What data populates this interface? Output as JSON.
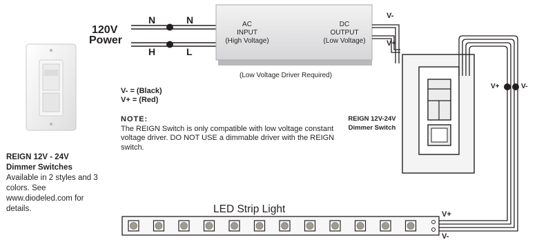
{
  "power": {
    "voltage": "120V",
    "label": "Power"
  },
  "wires": {
    "neutral_in": "N",
    "neutral_out": "N",
    "hot_in": "H",
    "line_out": "L"
  },
  "driver": {
    "input_line1": "AC",
    "input_line2": "INPUT",
    "input_line3": "(High Voltage)",
    "output_line1": "DC",
    "output_line2": "OUTPUT",
    "output_line3": "(Low Voltage)",
    "note": "(Low Voltage Driver Required)"
  },
  "legend": {
    "neg": "V- = (Black)",
    "pos": "V+ = (Red)"
  },
  "note": {
    "title": "NOTE:",
    "body": "The REIGN Switch is only compatible with low voltage constant voltage driver. DO NOT USE a dimmable driver with the REIGN switch."
  },
  "dimmer": {
    "line1": "REIGN 12V-24V",
    "line2": "Dimmer Switch"
  },
  "terminals": {
    "driver_neg": "V-",
    "driver_pos": "V+",
    "junction_pos": "V+",
    "junction_neg": "V-",
    "strip_pos": "V+",
    "strip_neg": "V-"
  },
  "strip": {
    "label": "LED Strip Light",
    "led_count": 12
  },
  "caption": {
    "title_line1": "REIGN 12V - 24V",
    "title_line2": "Dimmer Switches",
    "body": "Available in 2 styles and 3 colors. See www.diodeled.com for details."
  },
  "colors": {
    "ink": "#231f20",
    "driver_fill": "#e9e9ea",
    "switch_fill": "#f3f3f3"
  }
}
